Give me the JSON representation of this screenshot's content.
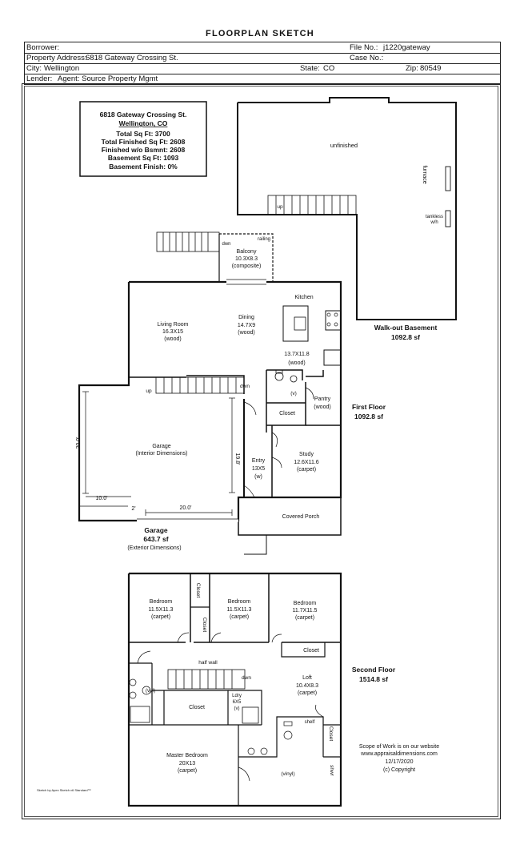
{
  "title": "FLOORPLAN SKETCH",
  "header": {
    "borrower_label": "Borrower:",
    "file_no_label": "File No.:",
    "file_no": "j1220gateway",
    "property_address_label": "Property Address:",
    "property_address": "6818 Gateway Crossing St.",
    "case_no_label": "Case No.:",
    "city_label": "City:",
    "city": "Wellington",
    "state_label": "State:",
    "state": "CO",
    "zip_label": "Zip:",
    "zip": "80549",
    "lender_label": "Lender:",
    "lender": "Agent: Source Property Mgmt"
  },
  "summary": {
    "address": "6818 Gateway Crossing St.",
    "city": "Wellington, CO",
    "total_sqft": "Total Sq Ft:  3700",
    "finished_sqft": "Total Finished Sq Ft:  2608",
    "finished_wo_bsmnt": "Finished w/o Bsmnt:  2608",
    "basement_sqft": "Basement Sq Ft:  1093",
    "basement_finish": "Basement Finish:  0%"
  },
  "basement": {
    "room": "unfinished",
    "furnace": "furnace",
    "tankless_1": "tankless",
    "tankless_2": "w/h",
    "stair": "up",
    "label": "Walk-out Basement",
    "area": "1092.8 sf"
  },
  "first_floor": {
    "balcony_name": "Balcony",
    "balcony_dims": "10.3X8.3",
    "balcony_material": "(composite)",
    "railing": "railing",
    "balcony_stair": "dwn",
    "kitchen": "Kitchen",
    "living_name": "Living Room",
    "living_dims": "16.3X15",
    "living_material": "(wood)",
    "dining_name": "Dining",
    "dining_dims": "14.7X9",
    "dining_material": "(wood)",
    "kitchen_dims": "13.7X11.8",
    "kitchen_material": "(wood)",
    "stair_up": "up",
    "stair_dwn": "dwn",
    "half_bath": "(v)",
    "closet": "Closet",
    "pantry_name": "Pantry",
    "pantry_material": "(wood)",
    "study_name": "Study",
    "study_dims": "12.6X11.6",
    "study_material": "(carpet)",
    "entry_name": "Entry",
    "entry_dims": "13X5",
    "entry_material": "(w)",
    "porch": "Covered Porch",
    "label": "First Floor",
    "area": "1092.8 sf"
  },
  "garage": {
    "name": "Garage",
    "note": "(Interior Dimensions)",
    "dim_left": "20.0'",
    "dim_right": "19.8'",
    "dim_bottom_left": "10.0'",
    "dim_step": "2'",
    "dim_bottom": "20.0'",
    "label": "Garage",
    "area": "643.7 sf",
    "ext_note": "(Exterior Dimensions)"
  },
  "second_floor": {
    "bed1_name": "Bedroom",
    "bed1_dims": "11.5X11.3",
    "bed1_material": "(carpet)",
    "closet_a": "Closet",
    "closet_b": "Closet",
    "bed2_name": "Bedroom",
    "bed2_dims": "11.5X11.3",
    "bed2_material": "(carpet)",
    "bed3_name": "Bedroom",
    "bed3_dims": "11.7X11.5",
    "bed3_material": "(carpet)",
    "closet_c": "Closet",
    "half_wall": "half wall",
    "stair_dwn": "dwn",
    "bath": "(vyl)",
    "loft_name": "Loft",
    "loft_dims": "10.4X8.3",
    "loft_material": "(carpet)",
    "ldry_name": "Ldry",
    "ldry_dims": "6X5",
    "ldry_material": "(v)",
    "closet_d": "Closet",
    "shelf": "shelf",
    "closet_e": "Closet",
    "master_name": "Master Bedroom",
    "master_dims": "20X13",
    "master_material": "(carpet)",
    "master_bath": "(vinyl)",
    "shwr": "shwr",
    "label": "Second Floor",
    "area": "1514.8 sf"
  },
  "footer": {
    "scope_1": "Scope of Work is on our website",
    "scope_2": "www.appraisaldimensions.com",
    "date": "12/17/2020",
    "copyright": "(c) Copyright",
    "software": "Sketch by Apex Sketch v6 Standard™"
  }
}
